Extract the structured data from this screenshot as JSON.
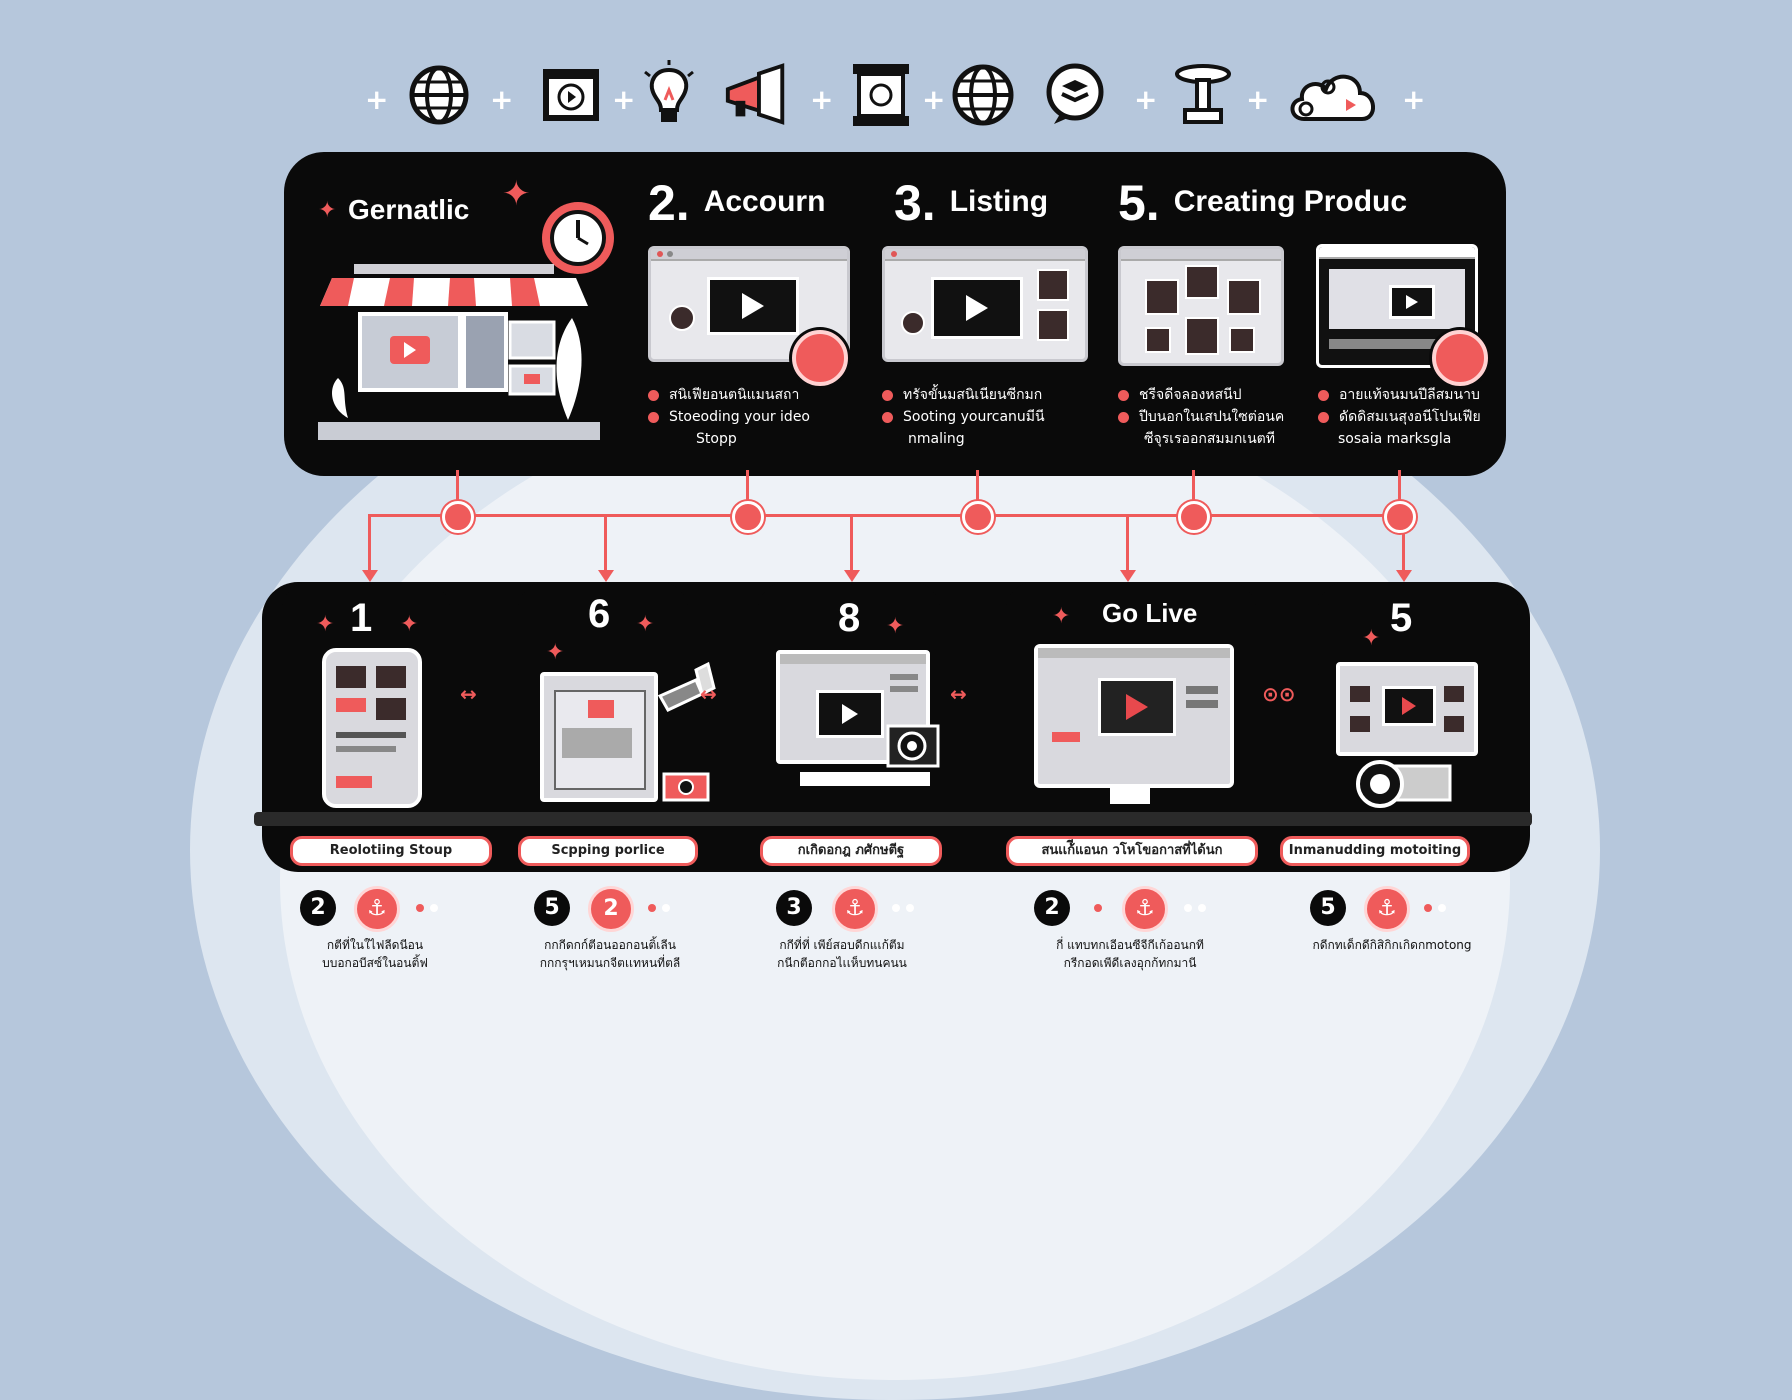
{
  "icons": [
    "globe-icon",
    "video-icon",
    "lightbulb-icon",
    "megaphone-icon",
    "scroll-icon",
    "globe-icon",
    "chat-icon",
    "podium-icon",
    "cloud-icon"
  ],
  "top_steps": [
    {
      "num": "",
      "title": "Gernatlic",
      "captions": [
        "",
        "",
        ""
      ]
    },
    {
      "num": "2.",
      "title": "Accourn",
      "captions": [
        "สนิเฟียอนตนิแมนสถา",
        "Stoeoding your ideo",
        "Stopp"
      ]
    },
    {
      "num": "3.",
      "title": "Listing",
      "captions": [
        "ทรัจขั้นมสนิเนียนซีกมก",
        "Sooting yourcanuมีนี",
        "nmaling"
      ]
    },
    {
      "num": "5.",
      "title": "Creating Produc",
      "captions": [
        "ชรีจดีจลองหสนีป",
        "ปีบนอกในเสปนใซต่อนค",
        "ซีจุรเรออกสมมกเนตที"
      ]
    },
    {
      "num": "",
      "title": "",
      "captions": [
        "อายแท้จนมนปีลีสมนาบ",
        "ดัดดิสมเนสุงอนีโปนเฟีย",
        "sosaia marksgla"
      ]
    }
  ],
  "bottom_cards": [
    {
      "num": "1",
      "label": "",
      "pill": "Reolotiing Stoup"
    },
    {
      "num": "6",
      "label": "",
      "pill": "Scpping porlice"
    },
    {
      "num": "8",
      "label": "",
      "pill": "กเกิดอกฎ ภศักษตีฐ"
    },
    {
      "num": "",
      "label": "Go Live",
      "pill": "สนเเก้ีแอนก วโหโขอกาสที่ได้นก"
    },
    {
      "num": "5",
      "label": "",
      "pill": "Inmanudding motoiting"
    }
  ],
  "footer": [
    {
      "num": "2",
      "red": "",
      "caption": [
        "กตีที่ในใไฟลีดนีอน",
        "บบอกอบีสซ์ในอนติ้ฟ"
      ]
    },
    {
      "num": "5",
      "red": "2",
      "caption": [
        "กกกีดกก์ตีอนออกอนติ้เลีน",
        "กกกรุฯเหมนกจีตเเทหนที่ตลี"
      ]
    },
    {
      "num": "3",
      "red": "",
      "caption": [
        "กกีที่ที่ เพีย์สอบดีกแเก้ตีม",
        "กนีกตีอกกอไเเห็บทนคนน"
      ]
    },
    {
      "num": "2",
      "red": "",
      "caption": [
        "กี่ แทบทกเอีอนซีจีกีเก้ออนกที",
        "กรีกอดเพีดีเลงอุกก้ทกมานี"
      ]
    },
    {
      "num": "5",
      "red": "",
      "caption": [
        "กดีกทเด็กดีกิสิกิกเกิดกmotong"
      ]
    }
  ],
  "colors": {
    "accent": "#ef5b5b",
    "panel": "#0a0a0a",
    "background": "#b6c7dc"
  }
}
